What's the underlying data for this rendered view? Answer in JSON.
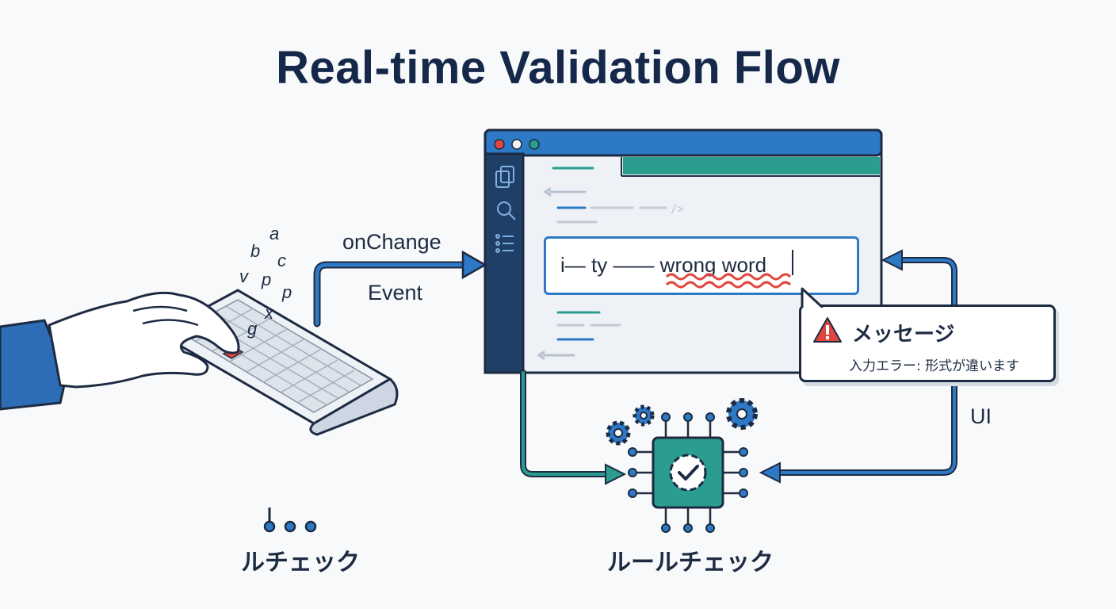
{
  "title": "Real-time Validation Flow",
  "labels": {
    "on_change": "onChange",
    "event": "Event",
    "ui": "UI"
  },
  "typed_letters": [
    "a",
    "b",
    "c",
    "v",
    "p",
    "p",
    "x",
    "g"
  ],
  "input": {
    "text": "i— ty —— wrong word",
    "error_word": "wrong word"
  },
  "popup": {
    "icon": "warning-icon",
    "title": "メッセージ",
    "message": "入力エラー: 形式が違います"
  },
  "captions": {
    "left": "ルチェック",
    "center": "ルールチェック"
  },
  "colors": {
    "navy": "#1d2b42",
    "blue": "#2d79c6",
    "teal": "#2a9d8f",
    "error_red": "#e0463f"
  }
}
